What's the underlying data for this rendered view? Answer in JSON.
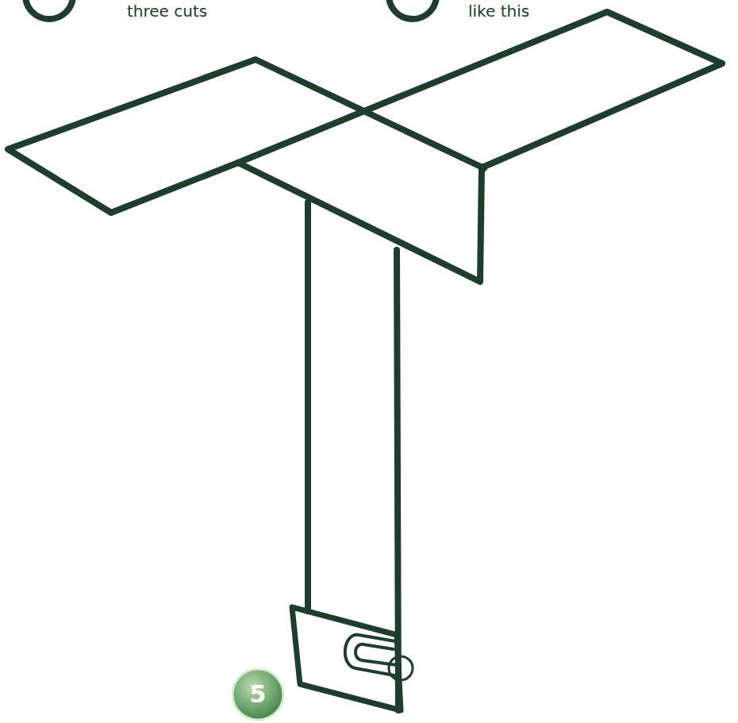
{
  "diagram": {
    "labels": [
      "three cuts",
      "like this",
      "5"
    ]
  }
}
